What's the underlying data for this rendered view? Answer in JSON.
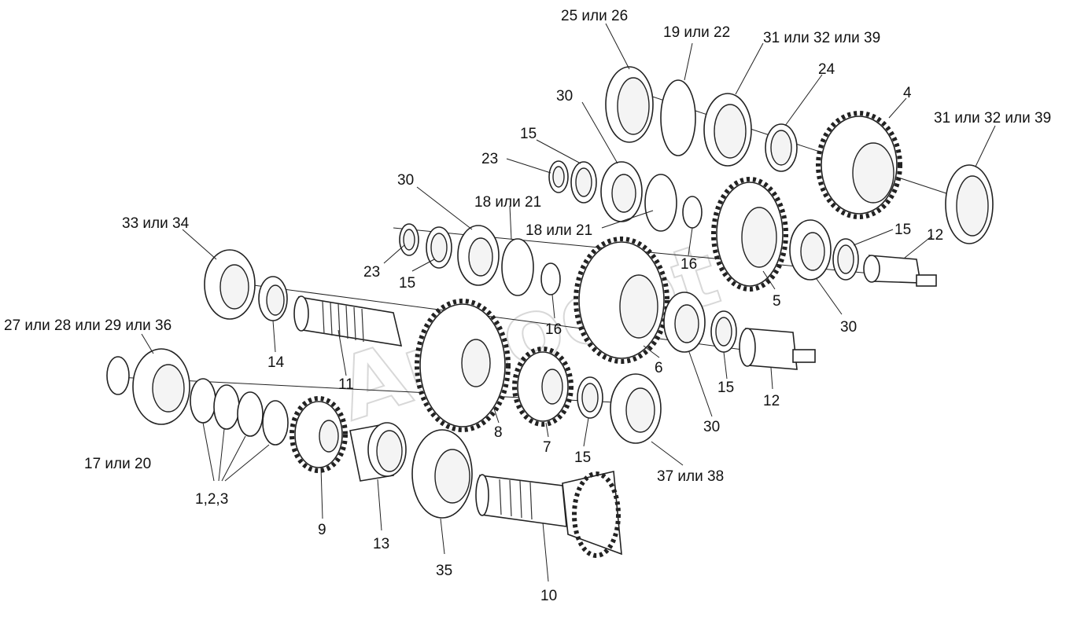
{
  "labels": {
    "l25_26": "25 или 26",
    "l19_22": "19 или 22",
    "l31_32_39_a": "31 или 32 или 39",
    "l24": "24",
    "l4": "4",
    "l31_32_39_b": "31 или 32 или 39",
    "l30_a": "30",
    "l15_a": "15",
    "l23_a": "23",
    "l30_b": "30",
    "l18_21_a": "18 или 21",
    "l18_21_b": "18 или 21",
    "l33_34": "33 или 34",
    "l23_b": "23",
    "l15_b": "15",
    "l16_a": "16",
    "l16_b": "16",
    "l15_c": "15",
    "l12_a": "12",
    "l5": "5",
    "l30_c": "30",
    "l27_28_29_36": "27 или 28 или 29 или 36",
    "l14": "14",
    "l11": "11",
    "l6": "6",
    "l15_d": "15",
    "l12_b": "12",
    "l30_d": "30",
    "l8": "8",
    "l7": "7",
    "l15_e": "15",
    "l17_20": "17 или 20",
    "l37_38": "37 или 38",
    "l123": "1,2,3",
    "l9": "9",
    "l13": "13",
    "l35": "35",
    "l10": "10"
  },
  "watermark": "Autoopt"
}
